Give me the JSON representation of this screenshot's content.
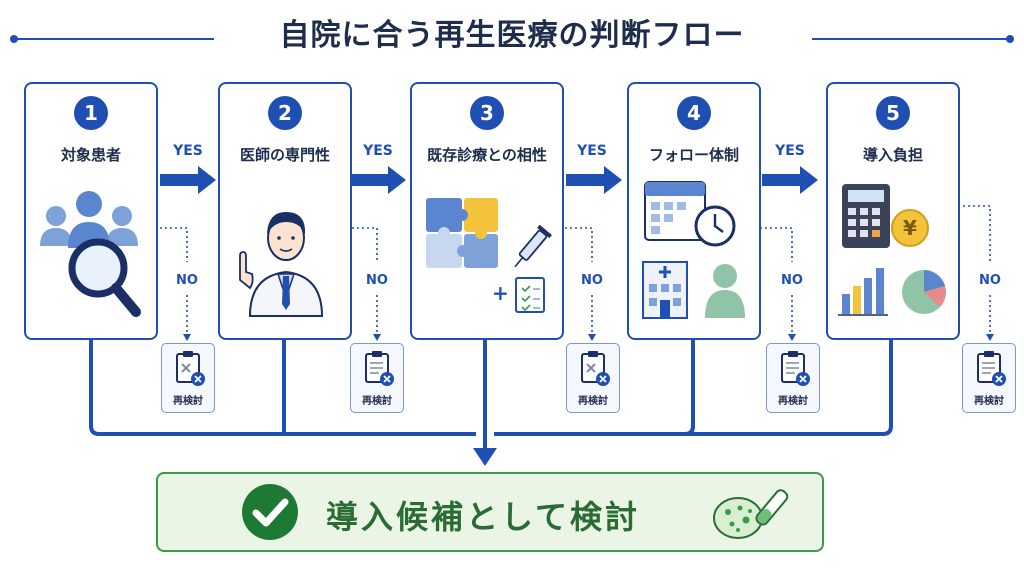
{
  "title": "自院に合う再生医療の判断フロー",
  "steps": [
    {
      "number": "1",
      "label": "対象患者",
      "icon": "patients-magnifier-icon"
    },
    {
      "number": "2",
      "label": "医師の専門性",
      "icon": "doctor-icon"
    },
    {
      "number": "3",
      "label": "既存診療との相性",
      "icon": "puzzle-syringe-icon"
    },
    {
      "number": "4",
      "label": "フォロー体制",
      "icon": "calendar-clinic-icon"
    },
    {
      "number": "5",
      "label": "導入負担",
      "icon": "calculator-chart-icon"
    }
  ],
  "yes_label": "YES",
  "no_label": "NO",
  "reconsider_label": "再検討",
  "result_label": "導入候補として検討",
  "colors": {
    "primary": "#1f4fb3",
    "result_green": "#3a9a4a",
    "text_dark": "#1f2d4d"
  }
}
